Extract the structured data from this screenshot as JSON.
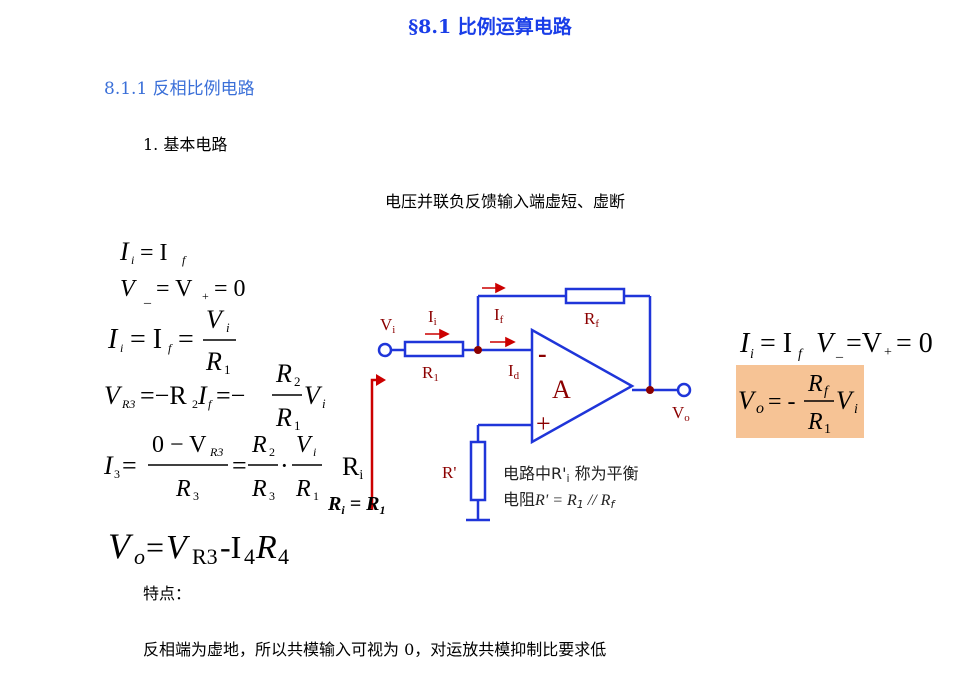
{
  "title": "§8.1  比例运算电路",
  "subsection": "8.1.1  反相比例电路",
  "item_1": "1.  基本电路",
  "caption": "电压并联负反馈输入端虚短、虚断",
  "features_label": "特点：",
  "features_text": "反相端为虚地，所以共模输入可视为 0，对运放共模抑制比要求低",
  "equations_left": {
    "eq1": "Iᵢ = I_f",
    "eq2": "V₋ = V₊ = 0",
    "eq3": "Iᵢ = I_f = Vᵢ / R₁",
    "eq4": "V_R3 = −R₂I_f = −(R₂/R₁)Vᵢ",
    "eq5": "I₃ = (0 − V_R3)/R₃ = (R₂/R₃)·(Vᵢ/R₁)",
    "eq6": "Vo = V_R3 - I₄R₄"
  },
  "circuit_labels": {
    "vi": "Vi",
    "ii": "Ii",
    "if": "If",
    "rf": "Rf",
    "r1": "R1",
    "id": "Id",
    "minus": "-",
    "amp": "A",
    "plus": "+",
    "vo": "Vo",
    "rprime": "R'",
    "ri": "Ri",
    "ri_eq": "Ri = R1",
    "note_line1": "电路中R'i 称为平衡",
    "note_line2": "电阻R' = R1 // Rf"
  },
  "equations_right": {
    "line1": "Ii = If   V₋ = V₊ = 0",
    "result": "Vo = -(Rf/R1)Vi"
  },
  "colors": {
    "title": "#1a3ee8",
    "subsection": "#3a6fd8",
    "wire": "#1f35d9",
    "node": "#8b0000",
    "arrow": "#cc0000",
    "result_bg": "#f6c395"
  }
}
